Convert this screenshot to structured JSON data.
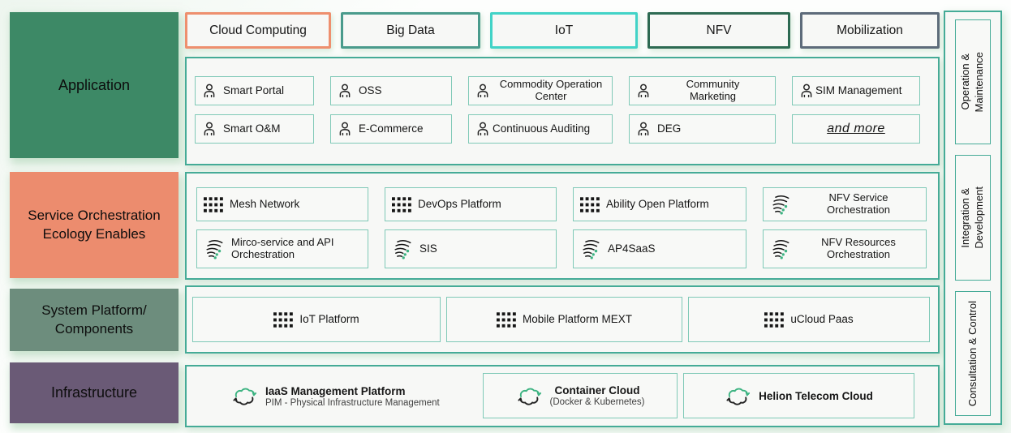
{
  "colors": {
    "container_border": "#45ab97",
    "item_border": "#7fc9b7",
    "panel_bg": "#f7f8f6",
    "icon_green": "#3cb381",
    "glow": "#a0cdaa"
  },
  "left_column": {
    "rows": [
      {
        "label": "Application",
        "color": "#3d8966"
      },
      {
        "label": "Service Orchestration Ecology Enables",
        "color": "#ec8c6e"
      },
      {
        "label": "System Platform/ Components",
        "color": "#6d8d7d"
      },
      {
        "label": "Infrastructure",
        "color": "#6a5a76"
      }
    ]
  },
  "top_categories": [
    {
      "label": "Cloud Computing",
      "border": "#ee8f6e"
    },
    {
      "label": "Big Data",
      "border": "#4a9b8c"
    },
    {
      "label": "IoT",
      "border": "#42d3c7"
    },
    {
      "label": "NFV",
      "border": "#2d6a52"
    },
    {
      "label": "Mobilization",
      "border": "#5d6b7a"
    }
  ],
  "application": {
    "items": [
      {
        "label": "Smart Portal",
        "icon": "user-icon"
      },
      {
        "label": "OSS",
        "icon": "user-icon"
      },
      {
        "label": "Commodity Operation Center",
        "icon": "user-icon"
      },
      {
        "label": "Community Marketing",
        "icon": "user-icon"
      },
      {
        "label": "SIM Management",
        "icon": "user-icon"
      },
      {
        "label": "Smart O&M",
        "icon": "user-icon"
      },
      {
        "label": "E-Commerce",
        "icon": "user-icon"
      },
      {
        "label": "Continuous Auditing",
        "icon": "user-icon"
      },
      {
        "label": "DEG",
        "icon": "user-icon"
      },
      {
        "label": "and more"
      }
    ]
  },
  "service_orchestration": {
    "items": [
      {
        "label": "Mesh Network",
        "icon": "grid-icon"
      },
      {
        "label": "DevOps Platform",
        "icon": "grid-icon"
      },
      {
        "label": "Ability Open Platform",
        "icon": "grid-icon"
      },
      {
        "label": "NFV Service Orchestration",
        "icon": "stream-icon"
      },
      {
        "label": "Mirco-service and API Orchestration",
        "icon": "stream-icon"
      },
      {
        "label": "SIS",
        "icon": "stream-icon"
      },
      {
        "label": "AP4SaaS",
        "icon": "stream-icon"
      },
      {
        "label": "NFV Resources Orchestration",
        "icon": "stream-icon"
      }
    ]
  },
  "system_platform": {
    "items": [
      {
        "label": "IoT Platform",
        "icon": "grid-icon"
      },
      {
        "label": "Mobile Platform MEXT",
        "icon": "grid-icon"
      },
      {
        "label": "uCloud Paas",
        "icon": "grid-icon"
      }
    ]
  },
  "infrastructure": {
    "items": [
      {
        "title": "IaaS Management Platform",
        "subtitle": "PIM - Physical Infrastructure Management",
        "icon": "cloud-sync-icon"
      },
      {
        "title": "Container Cloud",
        "subtitle": "(Docker & Kubernetes)",
        "icon": "cloud-sync-icon"
      },
      {
        "title": "Helion Telecom Cloud",
        "icon": "cloud-sync-icon"
      }
    ]
  },
  "right_column": {
    "items": [
      {
        "lines": [
          "Operation &",
          "Maintenance"
        ]
      },
      {
        "lines": [
          "Integration &",
          "Development"
        ]
      },
      {
        "lines": [
          "Consultation & Control"
        ]
      }
    ]
  }
}
